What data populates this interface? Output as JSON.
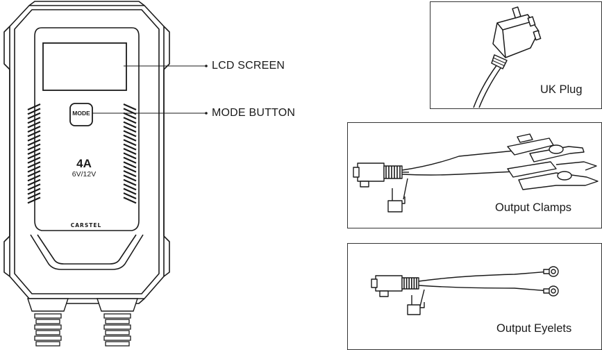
{
  "device": {
    "mode_button_label": "MODE",
    "rating": "4A",
    "voltage": "6V/12V",
    "brand": "CARSTEL"
  },
  "callouts": {
    "lcd_screen": "LCD SCREEN",
    "mode_button": "MODE BUTTON"
  },
  "accessories": {
    "uk_plug": "UK Plug",
    "output_clamps": "Output Clamps",
    "output_eyelets": "Output Eyelets"
  },
  "colors": {
    "line": "#1a1a1a",
    "fill_dark": "#222222",
    "fill_light": "#ffffff"
  }
}
